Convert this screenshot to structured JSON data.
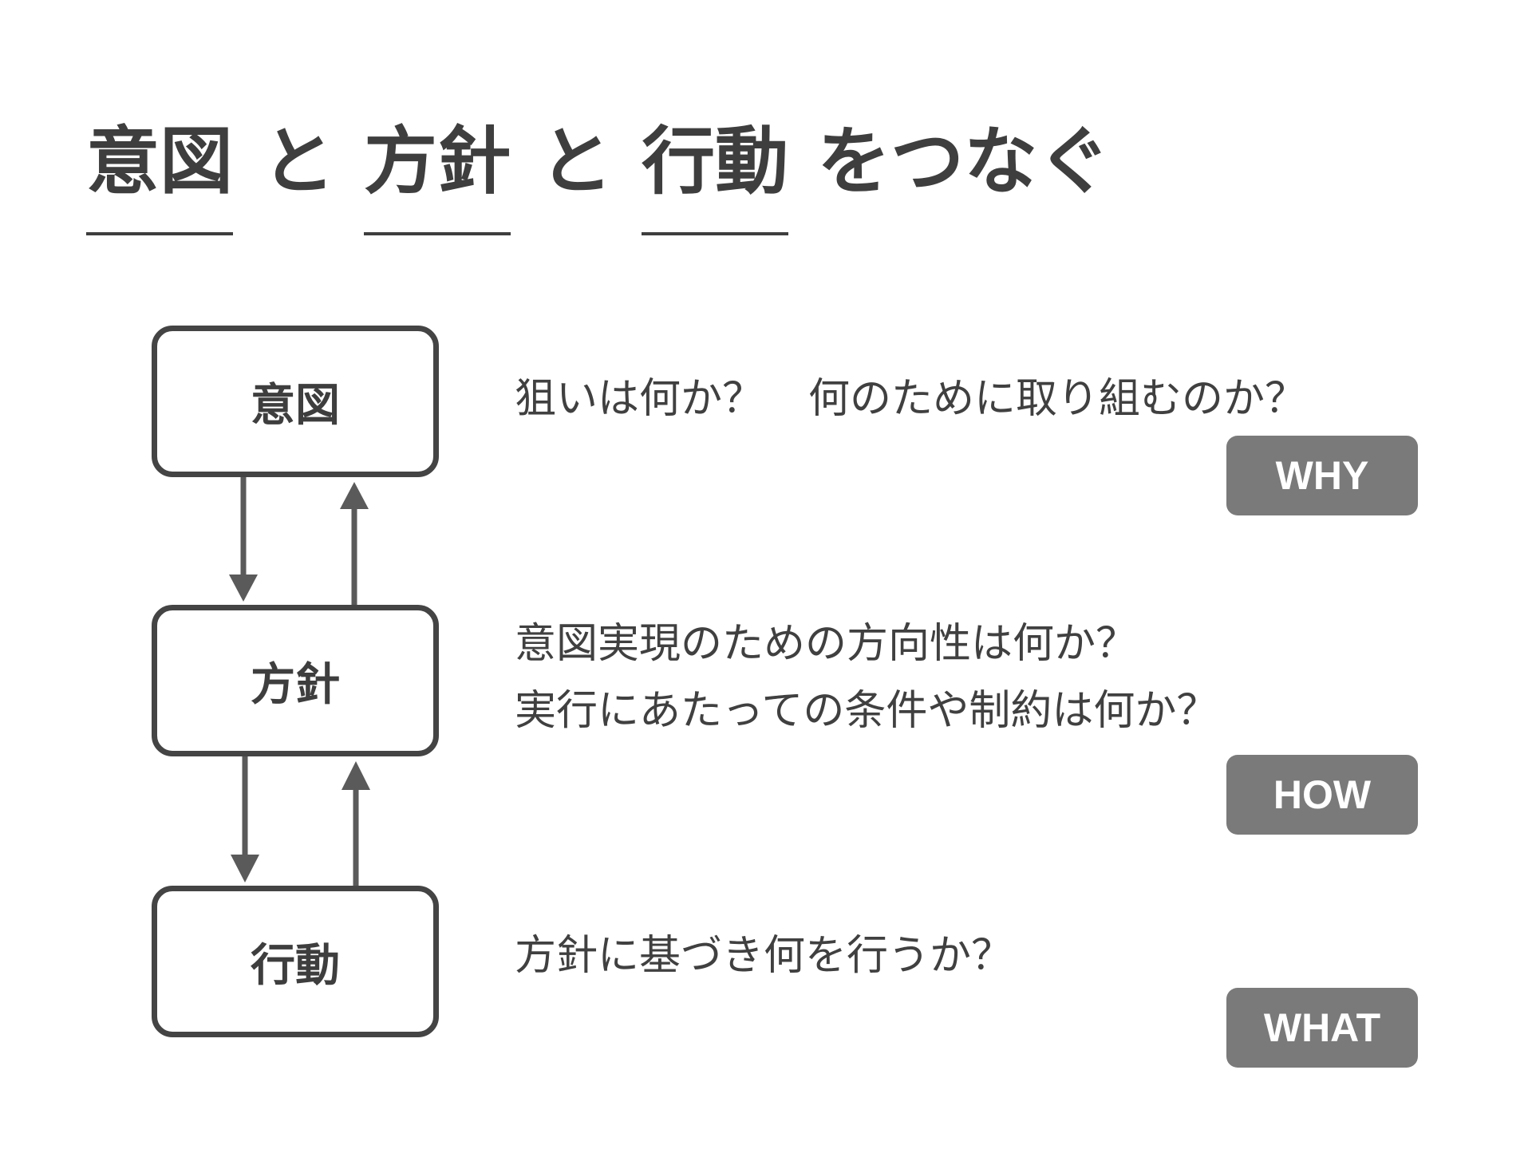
{
  "title": {
    "kw1": "意図",
    "joiner1": "と",
    "kw2": "方針",
    "joiner2": "と",
    "kw3": "行動",
    "tail": "をつなぐ"
  },
  "nodes": [
    {
      "label": "意図"
    },
    {
      "label": "方針"
    },
    {
      "label": "行動"
    }
  ],
  "questions": {
    "intent_a": "狙いは何か？",
    "intent_b": "何のために取り組むのか？",
    "policy_line1": "意図実現のための方向性は何か？",
    "policy_line2": "実行にあたっての条件や制約は何か？",
    "action": "方針に基づき何を行うか？"
  },
  "badges": {
    "why": "WHY",
    "how": "HOW",
    "what": "WHAT"
  },
  "colors": {
    "text": "#404040",
    "node_border": "#444444",
    "arrow": "#5a5a5a",
    "badge_bg": "#7a7a7a",
    "badge_text": "#ffffff"
  }
}
